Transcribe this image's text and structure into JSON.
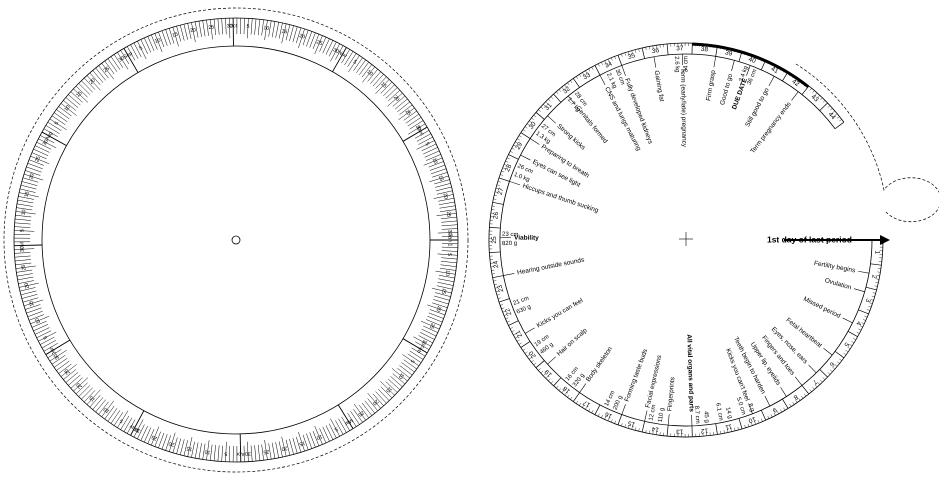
{
  "date_wheel": {
    "month_labels": [
      "Jan 1",
      "Feb",
      "Mar",
      "Apr",
      "May",
      "Jun",
      "Jul",
      "Aug",
      "Sep",
      "Oct",
      "Nov",
      "Dec"
    ],
    "day_labels": [
      "5",
      "10",
      "15",
      "20",
      "25",
      "30"
    ]
  },
  "pregnancy_wheel": {
    "start_label": "1st day of last period",
    "weeks": [
      "1",
      "2",
      "3",
      "4",
      "5",
      "6",
      "7",
      "8",
      "9",
      "10",
      "11",
      "12",
      "13",
      "14",
      "15",
      "16",
      "17",
      "18",
      "19",
      "20",
      "21",
      "22",
      "23",
      "24",
      "25",
      "26",
      "27",
      "28",
      "29",
      "30",
      "31",
      "32",
      "33",
      "34",
      "35",
      "36",
      "37",
      "38",
      "39",
      "40",
      "41",
      "42",
      "43",
      "44"
    ],
    "milestones": [
      {
        "week": 1.4,
        "text": "Fertility begins",
        "bold": false
      },
      {
        "week": 2.2,
        "text": "Ovulation",
        "bold": false
      },
      {
        "week": 3.6,
        "text": "Missed period",
        "bold": false
      },
      {
        "week": 5.2,
        "text": "Fetal heartbeat",
        "bold": false
      },
      {
        "week": 6.2,
        "text": "Eyes, nose, ears",
        "bold": false
      },
      {
        "week": 7.0,
        "text": "Fingers and toes",
        "bold": false
      },
      {
        "week": 7.8,
        "text": "Upper lip, eyelids",
        "bold": false
      },
      {
        "week": 8.6,
        "text": "Teeth begin to harden",
        "bold": false
      },
      {
        "week": 9.4,
        "text": "Kicks you can't feel",
        "bold": false
      },
      {
        "week": 12.0,
        "text": "All vital organs and parts",
        "bold": true
      },
      {
        "week": 13.0,
        "text": "Fingerprints",
        "bold": false
      },
      {
        "week": 14.0,
        "text": "Facial expressions",
        "bold": false
      },
      {
        "week": 15.0,
        "text": "Forming taste buds",
        "bold": false
      },
      {
        "week": 17.0,
        "text": "Body skeleton",
        "bold": false
      },
      {
        "week": 18.8,
        "text": "Hair on scalp",
        "bold": false
      },
      {
        "week": 20.4,
        "text": "Kicks you can feel",
        "bold": false
      },
      {
        "week": 23.0,
        "text": "Hearing outside sounds",
        "bold": false
      },
      {
        "week": 24.6,
        "text": "Viability",
        "bold": true
      },
      {
        "week": 27.0,
        "text": "Hiccups and thumb sucking",
        "bold": false
      },
      {
        "week": 28.2,
        "text": "Eyes can see light",
        "bold": false
      },
      {
        "week": 29.0,
        "text": "Preparing to breath",
        "bold": false
      },
      {
        "week": 30.2,
        "text": "Strong kicks",
        "bold": false
      },
      {
        "week": 31.4,
        "text": "Genitals formed",
        "bold": false
      },
      {
        "week": 33.0,
        "text": "CNS and lungs maturing",
        "bold": false
      },
      {
        "week": 34.0,
        "text": "Fully developed kidneys",
        "bold": false
      },
      {
        "week": 35.4,
        "text": "Gaining fat",
        "bold": false
      },
      {
        "week": 36.6,
        "text": "Term (early/late) pregnancy",
        "bold": false
      },
      {
        "week": 38.0,
        "text": "Firm grasp",
        "bold": false
      },
      {
        "week": 38.8,
        "text": "Good to go",
        "bold": false
      },
      {
        "week": 39.5,
        "text": "DUE DATE",
        "bold": true
      },
      {
        "week": 40.6,
        "text": "Still good to go",
        "bold": false
      },
      {
        "week": 41.8,
        "text": "Term pregnancy ends",
        "bold": false
      }
    ],
    "measurements": [
      {
        "week": 10,
        "cm": "5.0 cm",
        "weight": "8 g"
      },
      {
        "week": 11,
        "cm": "6.1 cm",
        "weight": "14 g"
      },
      {
        "week": 12,
        "cm": "8.7 cm",
        "weight": "45 g"
      },
      {
        "week": 14,
        "cm": "12 cm",
        "weight": "110 g"
      },
      {
        "week": 16,
        "cm": "14 cm",
        "weight": "200 g"
      },
      {
        "week": 18,
        "cm": "16 cm",
        "weight": "320 g"
      },
      {
        "week": 20,
        "cm": "19 cm",
        "weight": "460 g"
      },
      {
        "week": 22,
        "cm": "21 cm",
        "weight": "630 g"
      },
      {
        "week": 25,
        "cm": "23 cm",
        "weight": "820 g"
      },
      {
        "week": 28,
        "cm": "26 cm",
        "weight": "1.0 kg"
      },
      {
        "week": 30,
        "cm": "27 cm",
        "weight": "1.3 kg"
      },
      {
        "week": 32,
        "cm": "28 cm",
        "weight": "1.7 kg"
      },
      {
        "week": 34,
        "cm": "30 cm",
        "weight": "2.1 kg"
      },
      {
        "week": 37,
        "cm": "34 cm",
        "weight": "2.6 kg"
      },
      {
        "week": 40,
        "cm": "36 cm",
        "weight": "3.4 kg"
      }
    ]
  }
}
